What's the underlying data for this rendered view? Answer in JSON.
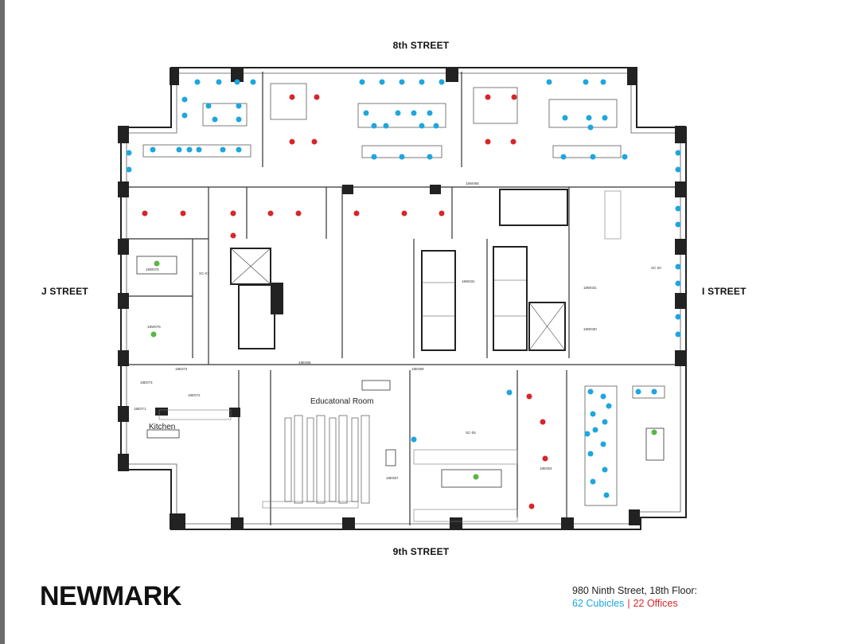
{
  "streets": {
    "north": "8th STREET",
    "south": "9th STREET",
    "west": "J STREET",
    "east": "I STREET"
  },
  "rooms": {
    "educational": "Educatonal Room",
    "kitchen": "Kitchen"
  },
  "brand": {
    "logo_text": "NEWMARK"
  },
  "info": {
    "address": "980 Ninth Street, 18th Floor:",
    "cubicles": "62 Cubicles",
    "separator": "|",
    "offices": "22 Offices"
  },
  "legend_colors": {
    "cubicle": "#1ea6df",
    "office": "#d7262b",
    "conference": "#5cb547"
  }
}
